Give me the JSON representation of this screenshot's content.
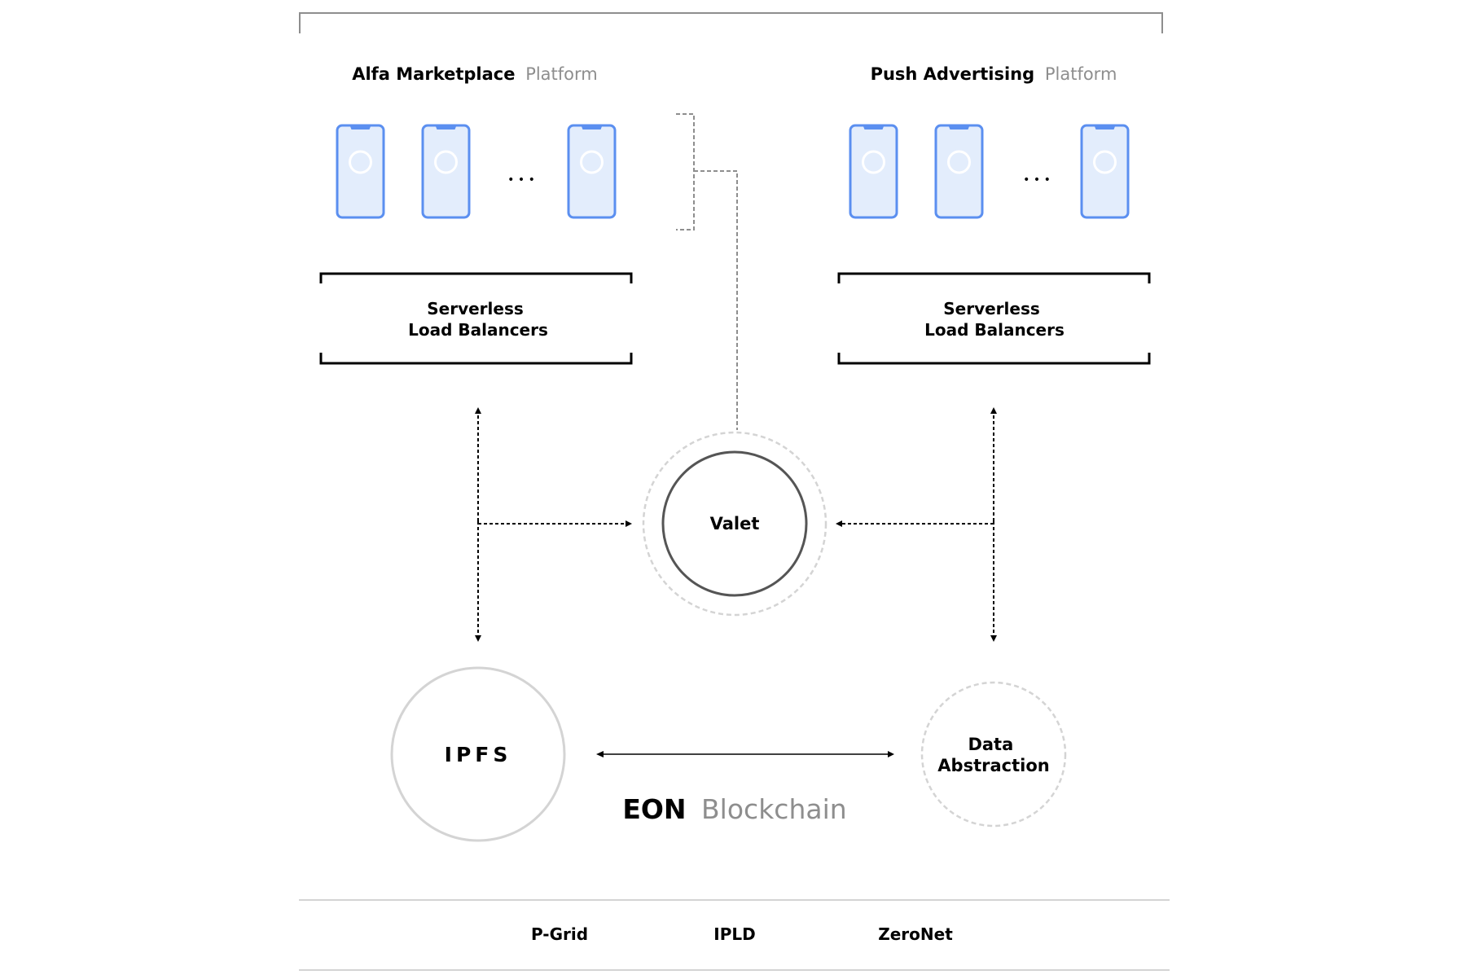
{
  "platforms": [
    {
      "name": "Alfa Marketplace",
      "suffix": "Platform",
      "device_count_visible": 3,
      "ellipsis": "• • •",
      "balancer": {
        "line1": "Serverless",
        "line2": "Load Balancers"
      }
    },
    {
      "name": "Push Advertising",
      "suffix": "Platform",
      "device_count_visible": 3,
      "ellipsis": "• • •",
      "balancer": {
        "line1": "Serverless",
        "line2": "Load Balancers"
      }
    }
  ],
  "nodes": {
    "valet": "Valet",
    "ipfs": "IPFS",
    "data_abstraction": {
      "line1": "Data",
      "line2": "Abstraction"
    }
  },
  "blockchain": {
    "name": "EON",
    "suffix": "Blockchain"
  },
  "footer": {
    "items": [
      "P-Grid",
      "IPLD",
      "ZeroNet"
    ]
  },
  "colors": {
    "phone_border": "#5b8ff0",
    "phone_fill": "#e3edfc",
    "frame": "#8e8e8e",
    "dashed_connector": "#8e8e8e",
    "light_ring": "#d4d4d4",
    "valet_ring": "#555555",
    "text_primary": "#000000",
    "text_muted": "#8e8e8e"
  }
}
